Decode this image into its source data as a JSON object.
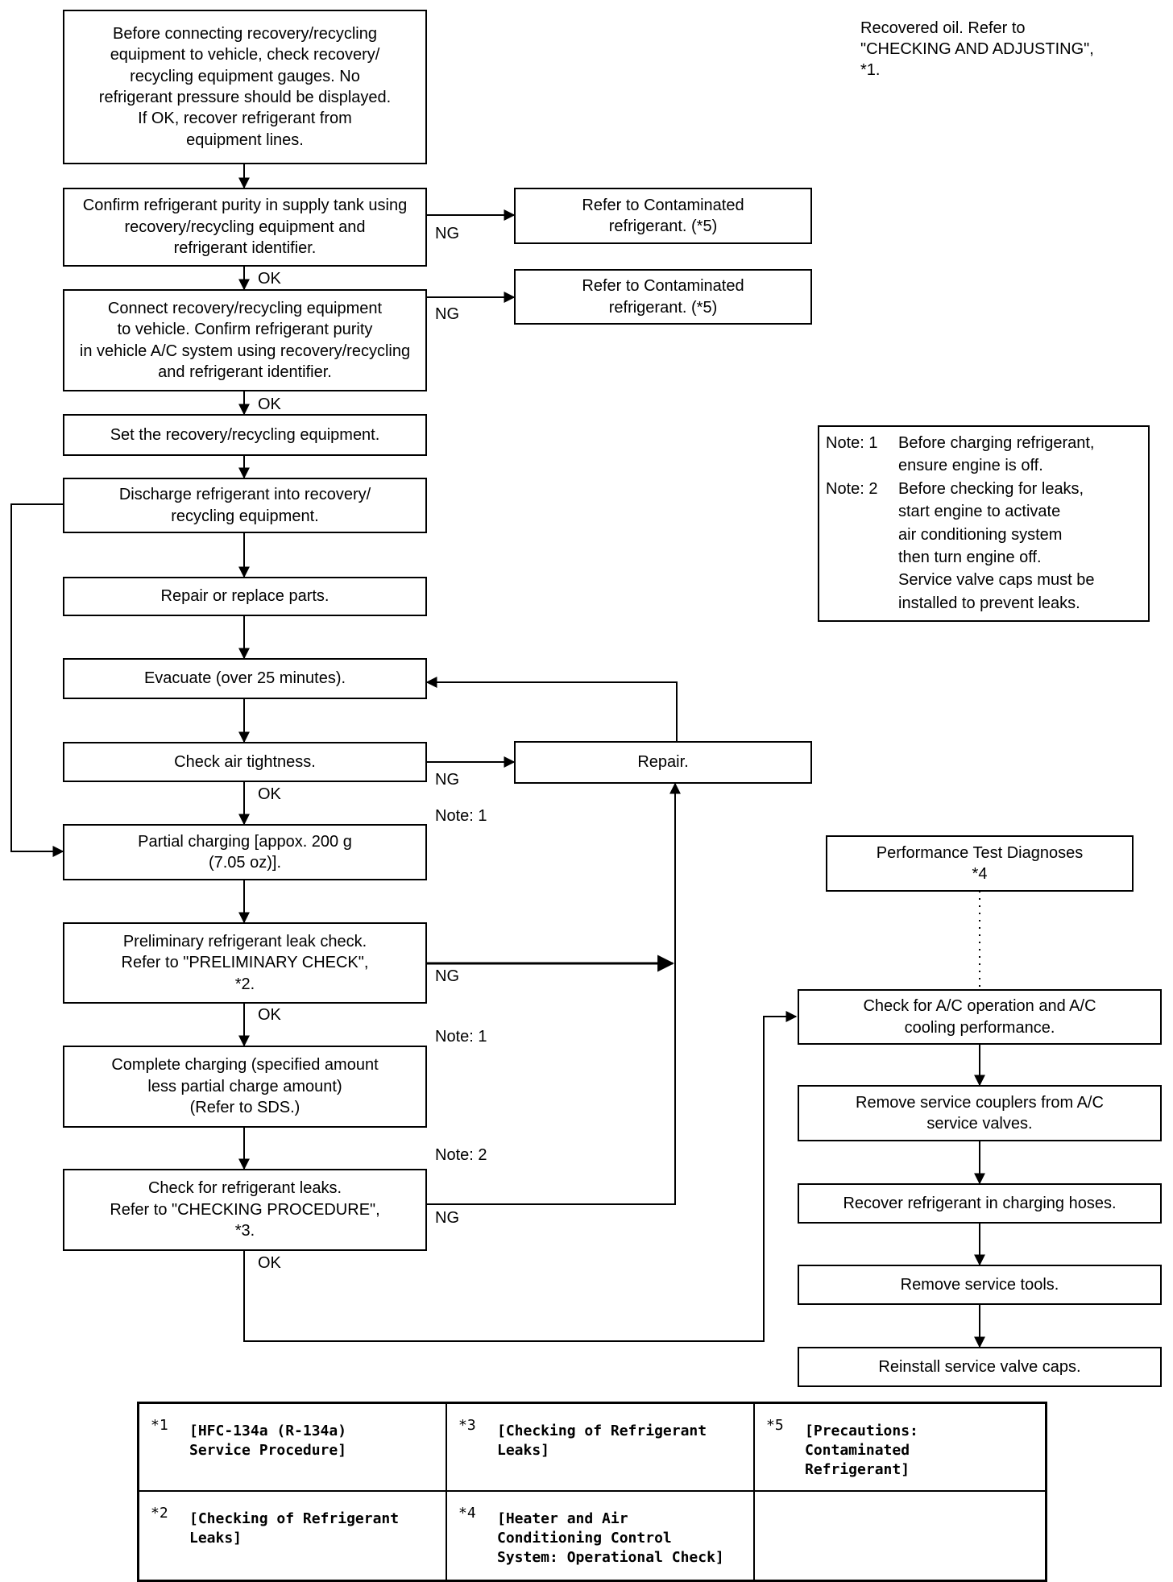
{
  "boxes": {
    "b1": "Before connecting recovery/recycling\nequipment to vehicle, check recovery/\nrecycling equipment gauges. No\nrefrigerant pressure should be displayed.\nIf OK, recover refrigerant from\nequipment lines.",
    "b2": "Confirm refrigerant purity in supply tank using\nrecovery/recycling equipment and\nrefrigerant identifier.",
    "b3": "Connect recovery/recycling equipment\nto vehicle. Confirm refrigerant purity\nin vehicle A/C system using recovery/recycling\nand refrigerant identifier.",
    "b4": "Set the recovery/recycling equipment.",
    "b5": "Discharge refrigerant into recovery/\nrecycling equipment.",
    "b6": "Repair or replace parts.",
    "b7": "Evacuate (over 25 minutes).",
    "b8": "Check air tightness.",
    "b9": "Partial charging [appox. 200 g\n(7.05 oz)].",
    "b10": "Preliminary refrigerant leak check.\nRefer to \"PRELIMINARY CHECK\",\n*2.",
    "b11": "Complete charging (specified amount\nless partial charge amount)\n(Refer to SDS.)",
    "b12": "Check for refrigerant leaks.\nRefer to \"CHECKING PROCEDURE\",\n*3.",
    "contam1": "Refer to Contaminated\nrefrigerant. (*5)",
    "contam2": "Refer to Contaminated\nrefrigerant. (*5)",
    "repair": "Repair.",
    "perf": "Performance Test Diagnoses\n*4",
    "r1": "Check for A/C operation and A/C\ncooling performance.",
    "r2": "Remove service couplers from A/C\nservice valves.",
    "r3": "Recover refrigerant in charging hoses.",
    "r4": "Remove service tools.",
    "r5": "Reinstall service valve caps."
  },
  "labels": {
    "ng": "NG",
    "ok": "OK",
    "note1": "Note: 1",
    "note2": "Note: 2"
  },
  "recovered_oil": "Recovered oil. Refer to\n\"CHECKING AND ADJUSTING\",\n*1.",
  "notes": [
    {
      "tag": "Note: 1",
      "text": "Before charging refrigerant,\nensure engine is off."
    },
    {
      "tag": "Note: 2",
      "text": "Before checking for leaks,\nstart engine to activate\nair conditioning system\nthen turn engine off.\nService valve caps must be\ninstalled to prevent leaks."
    }
  ],
  "references": [
    {
      "mark": "*1",
      "text": "[HFC-134a (R-134a)\nService Procedure]"
    },
    {
      "mark": "*3",
      "text": "[Checking of Refrigerant\nLeaks]"
    },
    {
      "mark": "*5",
      "text": "[Precautions:\nContaminated\nRefrigerant]"
    },
    {
      "mark": "*2",
      "text": "[Checking of Refrigerant\nLeaks]"
    },
    {
      "mark": "*4",
      "text": "[Heater and Air\nConditioning Control\nSystem: Operational Check]"
    },
    {
      "mark": "",
      "text": ""
    }
  ]
}
